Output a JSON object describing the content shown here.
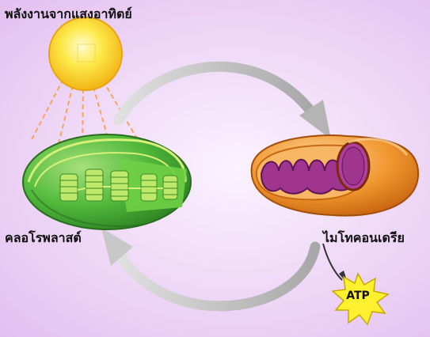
{
  "labels": {
    "sun": "พลังงานจากแสงอาทิตย์",
    "chloroplast": "คลอโรพลาสต์",
    "mitochondria": "ไมโทคอนเดรีย",
    "atp": "ATP"
  },
  "colors": {
    "sun": "#fde94a",
    "sun_rays": "#f5a45a",
    "chloroplast": "#4fb83a",
    "chloroplast_inner": "#bde86a",
    "mitochondria": "#f0962e",
    "matrix": "#a0358f",
    "atp_burst": "#fff030",
    "arrow": "#c8c8c8"
  }
}
